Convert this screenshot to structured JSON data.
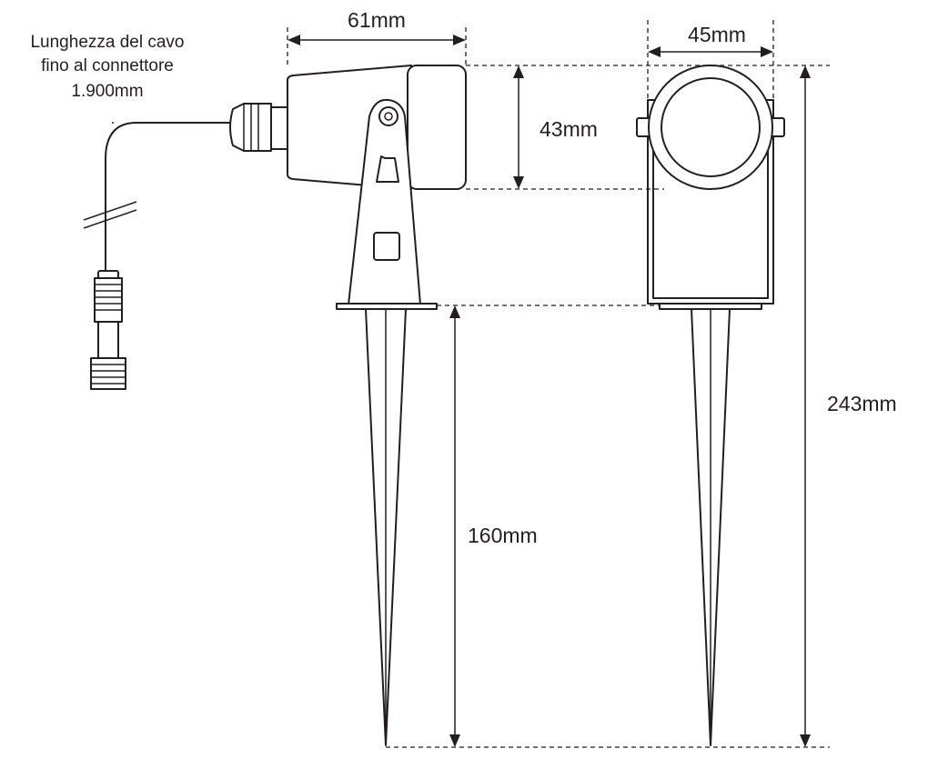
{
  "dimensions": {
    "width_side": "61mm",
    "width_front": "45mm",
    "head_height": "43mm",
    "spike_length": "160mm",
    "total_height": "243mm"
  },
  "cable_note": {
    "line1": "Lunghezza del cavo",
    "line2": "fino al connettore",
    "line3": "1.900mm"
  }
}
